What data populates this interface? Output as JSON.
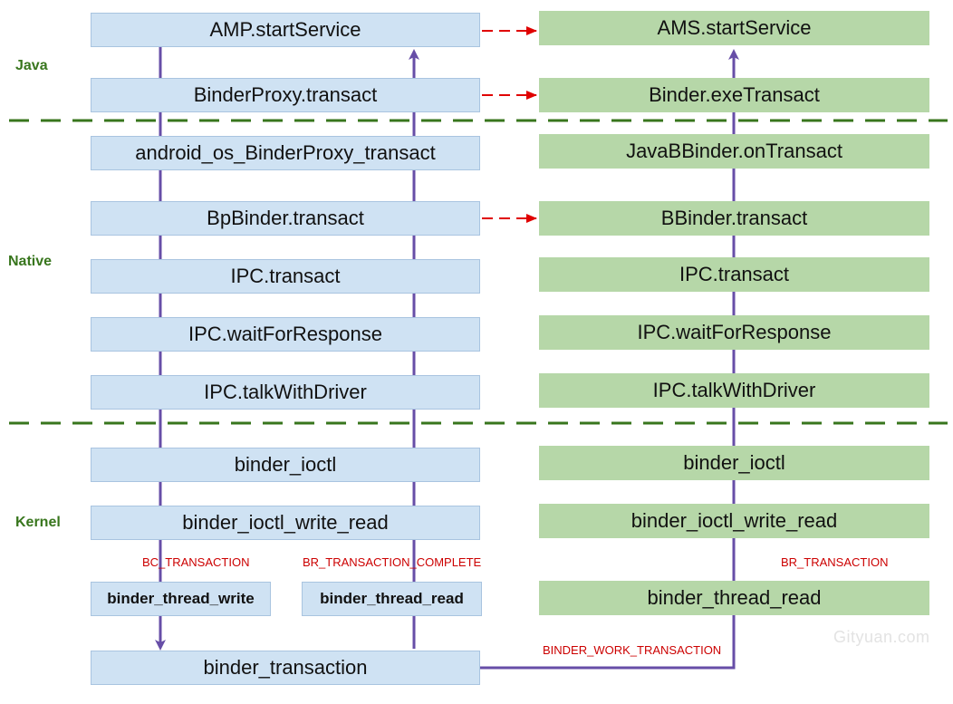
{
  "layers": {
    "java": "Java",
    "native": "Native",
    "kernel": "Kernel"
  },
  "client": {
    "amp_start_service": "AMP.startService",
    "binder_proxy_transact": "BinderProxy.transact",
    "android_os_binderproxy_transact": "android_os_BinderProxy_transact",
    "bpbinder_transact": "BpBinder.transact",
    "ipc_transact": "IPC.transact",
    "ipc_wait_for_response": "IPC.waitForResponse",
    "ipc_talk_with_driver": "IPC.talkWithDriver",
    "binder_ioctl": "binder_ioctl",
    "binder_ioctl_write_read": "binder_ioctl_write_read",
    "binder_thread_write": "binder_thread_write",
    "binder_thread_read": "binder_thread_read",
    "binder_transaction": "binder_transaction"
  },
  "server": {
    "ams_start_service": "AMS.startService",
    "binder_exe_transact": "Binder.exeTransact",
    "java_bbinder_on_transact": "JavaBBinder.onTransact",
    "bbinder_transact": "BBinder.transact",
    "ipc_transact": "IPC.transact",
    "ipc_wait_for_response": "IPC.waitForResponse",
    "ipc_talk_with_driver": "IPC.talkWithDriver",
    "binder_ioctl": "binder_ioctl",
    "binder_ioctl_write_read": "binder_ioctl_write_read",
    "binder_thread_read": "binder_thread_read"
  },
  "protocol_labels": {
    "bc_transaction": "BC_TRANSACTION",
    "br_transaction_complete": "BR_TRANSACTION_COMPLETE",
    "br_transaction": "BR_TRANSACTION",
    "binder_work_transaction": "BINDER_WORK_TRANSACTION"
  },
  "watermark": "Gityuan.com",
  "colors": {
    "client_box": "#cfe2f3",
    "server_box": "#b6d7a8",
    "flow_line": "#674ea7",
    "layer_divider": "#38761d",
    "cross_process_arrow": "#e00000",
    "layer_label": "#38761d",
    "protocol_label": "#cc0000"
  }
}
